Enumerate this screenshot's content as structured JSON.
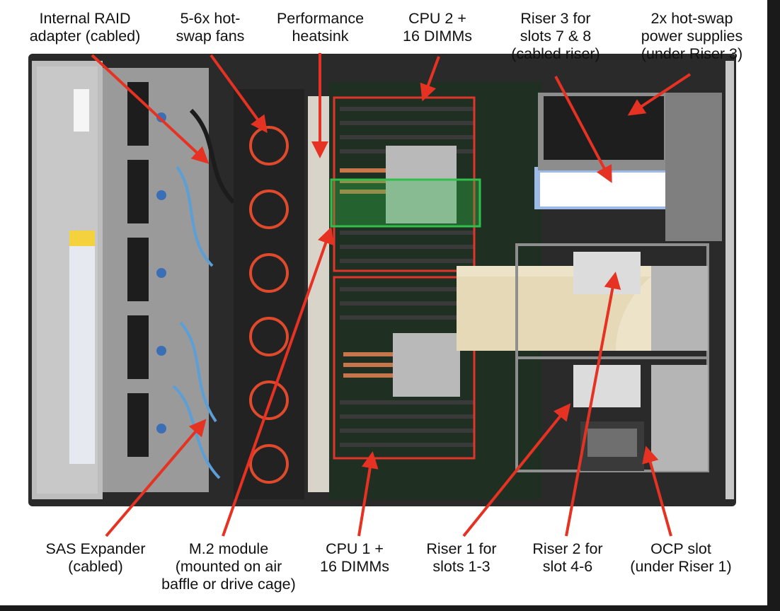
{
  "labels": {
    "raid": [
      "Internal RAID",
      "adapter (cabled)"
    ],
    "fans": [
      "5-6x hot-",
      "swap fans"
    ],
    "heatsink": [
      "Performance",
      "heatsink"
    ],
    "cpu2": [
      "CPU 2 +",
      "16 DIMMs"
    ],
    "riser3": [
      "Riser 3 for",
      "slots 7 & 8",
      "(cabled riser)"
    ],
    "psu": [
      "2x hot-swap",
      "power supplies",
      "(under Riser 3)"
    ],
    "sas": [
      "SAS Expander",
      "(cabled)"
    ],
    "m2": [
      "M.2 module",
      "(mounted on air",
      "baffle or drive cage)"
    ],
    "cpu1": [
      "CPU 1 +",
      "16 DIMMs"
    ],
    "riser1": [
      "Riser 1 for",
      "slots 1-3"
    ],
    "riser2": [
      "Riser 2 for",
      "slot 4-6"
    ],
    "ocp": [
      "OCP slot",
      "(under Riser 1)"
    ]
  },
  "colors": {
    "callout_arrow": "#e53222",
    "cpu2_box": "#e0352b",
    "cpu1_box": "#e0352b",
    "heatsink_highlight": "#2fbf4a",
    "chassis": "#2b2b2b",
    "riser_plate": "#ece3c9"
  }
}
